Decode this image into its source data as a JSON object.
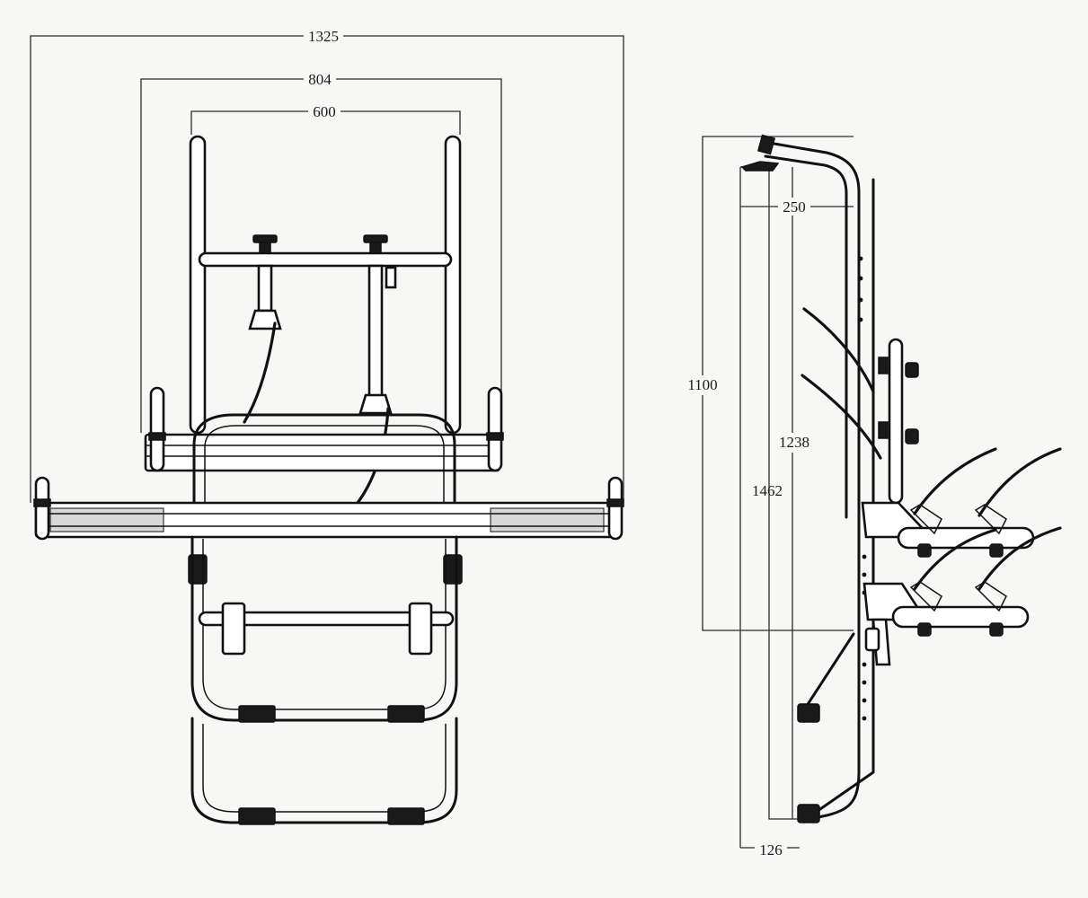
{
  "dimensions": {
    "front_width_total": "1325",
    "front_width_platform": "804",
    "front_width_frame": "600",
    "side_depth_top": "250",
    "side_height_ladder": "1100",
    "side_height_frame": "1238",
    "side_height_total": "1462",
    "side_depth_bottom": "126"
  },
  "colors": {
    "line": "#111111",
    "paper": "#f7f7f5"
  }
}
